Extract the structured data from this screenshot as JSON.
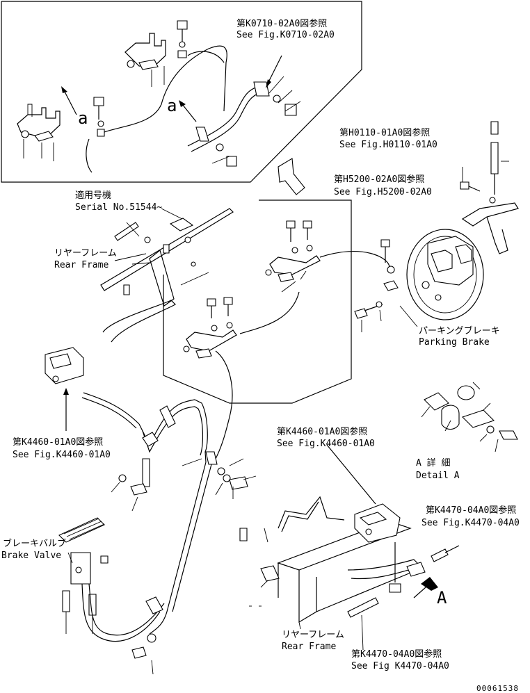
{
  "labels": {
    "ref_k0710": "第K0710-02A0図参照",
    "ref_k0710_en": "See Fig.K0710-02A0",
    "detail_a_small1": "a",
    "detail_a_small2": "a",
    "ref_h0110": "第H0110-01A0図参照",
    "ref_h0110_en": "See Fig.H0110-01A0",
    "ref_h5200": "第H5200-02A0図参照",
    "ref_h5200_en": "See Fig.H5200-02A0",
    "serial_jp": "適用号機",
    "serial_en": "Serial No.51544~",
    "rear_frame_jp": "リヤーフレーム",
    "rear_frame_en": "Rear Frame",
    "parking_brake_jp": "パーキングブレーキ",
    "parking_brake_en": "Parking Brake",
    "ref_k4460_left": "第K4460-01A0図参照",
    "ref_k4460_left_en": "See Fig.K4460-01A0",
    "ref_k4460_mid": "第K4460-01A0図参照",
    "ref_k4460_mid_en": "See Fig.K4460-01A0",
    "detail_a_jp": "A 詳 細",
    "detail_a_en": "Detail A",
    "ref_k4470_right": "第K4470-04A0図参照",
    "ref_k4470_right_en": "See Fig.K4470-04A0",
    "brake_valve_jp": "ブレーキバルブ",
    "brake_valve_en": "Brake Valve",
    "arrow_a": "A",
    "rear_frame2_jp": "リヤーフレーム",
    "rear_frame2_en": "Rear Frame",
    "ref_k4470_bottom": "第K4470-04A0図参照",
    "ref_k4470_bottom_en": "See Fig K4470-04A0",
    "drawing_number": "00061538"
  }
}
